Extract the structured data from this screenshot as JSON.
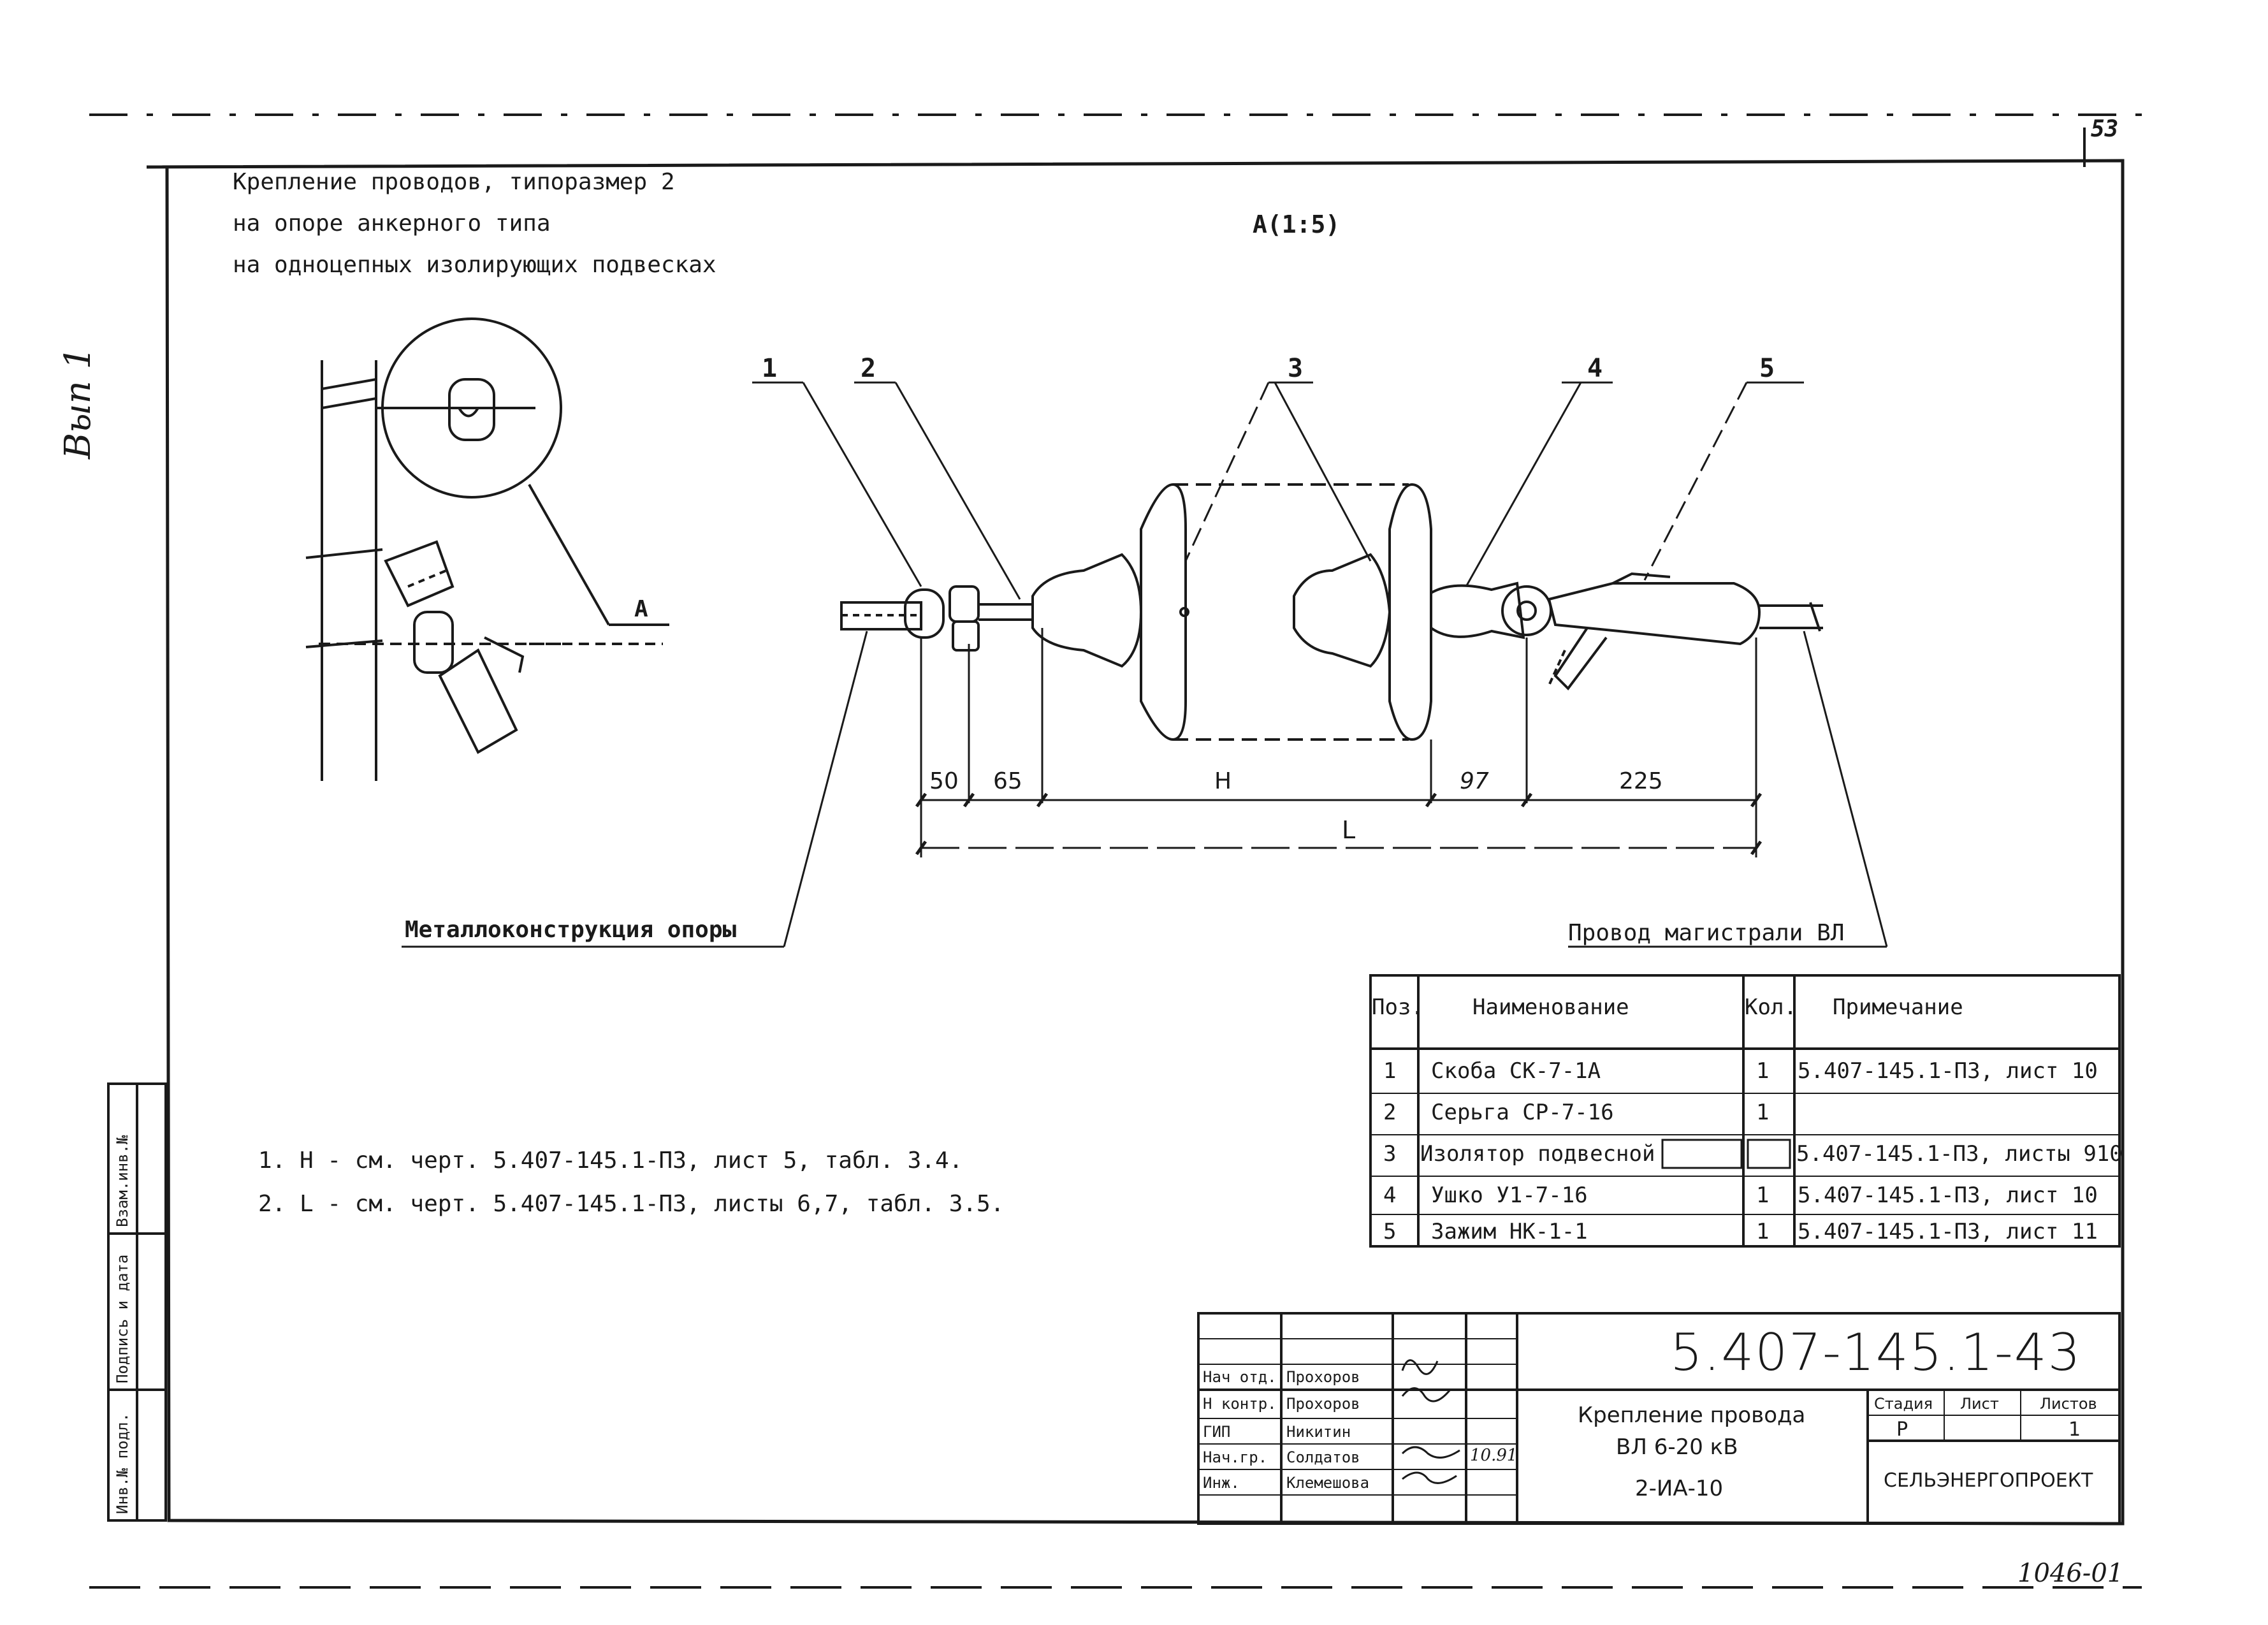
{
  "sheet": {
    "page_number": "53",
    "title_lines": [
      "Крепление проводов, типоразмер 2",
      "на опоре анкерного типа",
      "на одноцепных изолирующих подвесках"
    ],
    "view_label": "А(1:5)",
    "detail_callout": "А",
    "side_handwritten": "Вып 1",
    "bottom_handwritten": "1046-01"
  },
  "callouts": [
    "1",
    "2",
    "3",
    "4",
    "5"
  ],
  "dimensions": {
    "d1": "50",
    "d2": "65",
    "d3": "Н",
    "d4": "97",
    "d5": "225",
    "total": "L"
  },
  "labels": {
    "structure": "Металлоконструкция опоры",
    "wire": "Провод магистрали ВЛ"
  },
  "notes": [
    "1. Н - см. черт. 5.407-145.1-ПЗ, лист 5, табл. 3.4.",
    "2. L - см. черт. 5.407-145.1-ПЗ, листы 6,7, табл. 3.5."
  ],
  "spec_table": {
    "headers": {
      "pos": "Поз.",
      "name": "Наименование",
      "qty": "Кол.",
      "note": "Примечание"
    },
    "rows": [
      {
        "pos": "1",
        "name": "Скоба СК-7-1А",
        "qty": "1",
        "note": "5.407-145.1-ПЗ, лист 10"
      },
      {
        "pos": "2",
        "name": "Серьга СР-7-16",
        "qty": "1",
        "note": ""
      },
      {
        "pos": "3",
        "name": "Изолятор подвесной",
        "qty": "",
        "note": "5.407-145.1-ПЗ, листы 910"
      },
      {
        "pos": "4",
        "name": "Ушко У1-7-16",
        "qty": "1",
        "note": "5.407-145.1-ПЗ, лист 10"
      },
      {
        "pos": "5",
        "name": "Зажим НК-1-1",
        "qty": "1",
        "note": "5.407-145.1-ПЗ, лист 11"
      }
    ]
  },
  "side_stamp": [
    "Инв.№ подл.",
    "Подпись и дата",
    "Взам.инв.№"
  ],
  "title_block": {
    "code": "5.407-145.1-43",
    "title_line1": "Крепление провода",
    "title_line2": "ВЛ 6-20 кВ",
    "title_line3": "2-ИА-10",
    "stage_header": "Стадия",
    "sheet_header": "Лист",
    "sheets_header": "Листов",
    "stage": "Р",
    "sheet": "",
    "sheets": "1",
    "org": "СЕЛЬЭНЕРГОПРОЕКТ",
    "signatures": [
      {
        "role": "Нач отд.",
        "name": "Прохоров"
      },
      {
        "role": "Н контр.",
        "name": "Прохоров"
      },
      {
        "role": "ГИП",
        "name": "Никитин"
      },
      {
        "role": "Нач.гр.",
        "name": "Солдатов",
        "date": "10.91"
      },
      {
        "role": "Инж.",
        "name": "Клемешова"
      }
    ]
  }
}
